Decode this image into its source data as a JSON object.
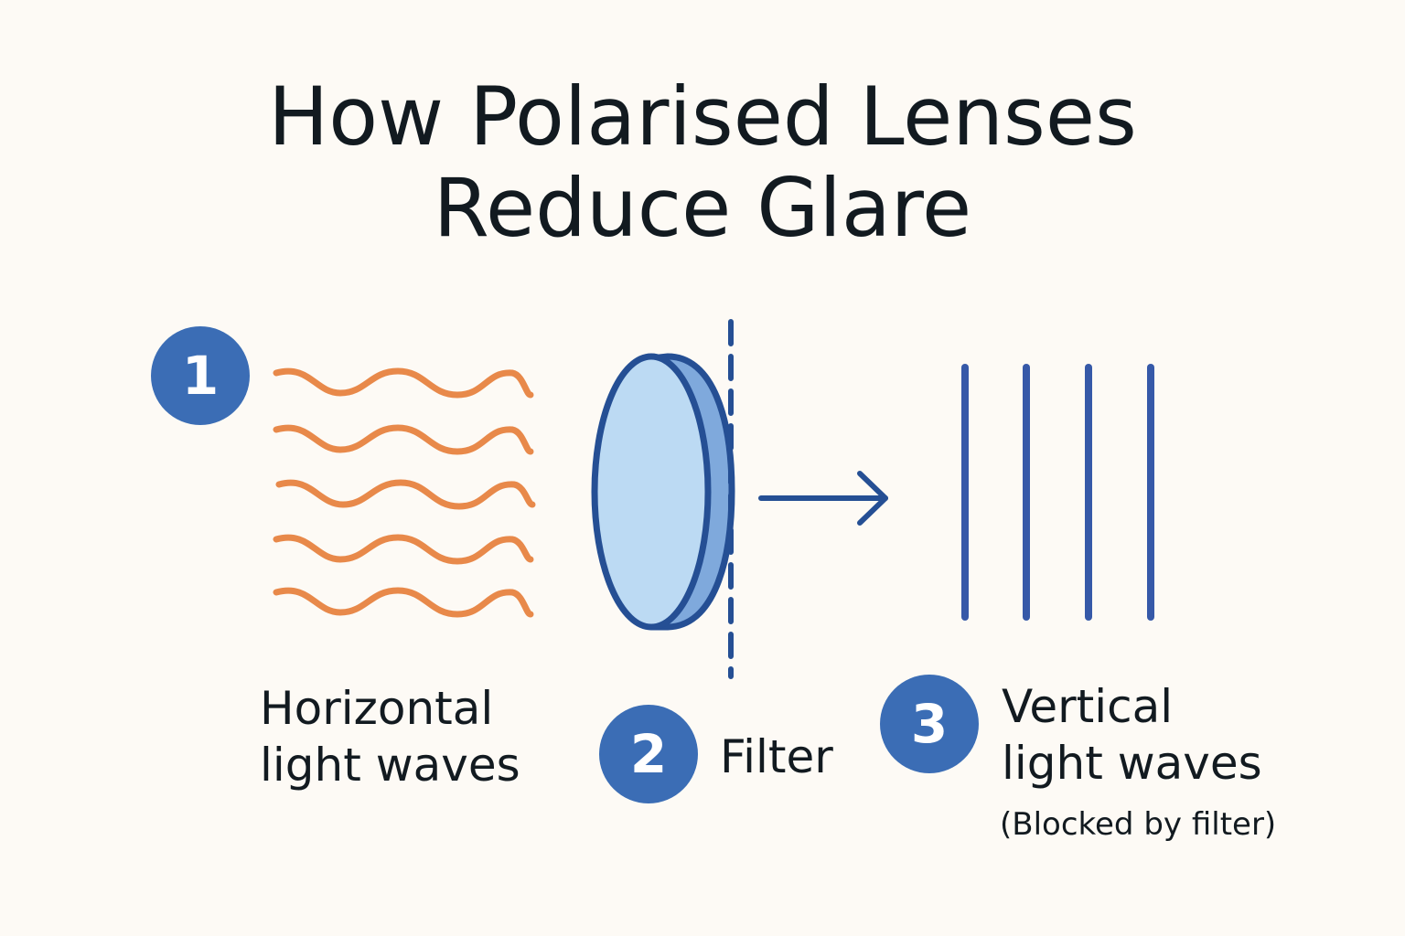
{
  "title": {
    "line1": "How Polarised Lenses",
    "line2": "Reduce Glare"
  },
  "colors": {
    "background": "#fdfaf5",
    "badge": "#3b6db5",
    "wave": "#e8894a",
    "vertical_lines": "#3659a8",
    "lens_face": "#bcdaf3",
    "lens_edge": "#7fa9dc",
    "lens_outline": "#254f94",
    "text": "#121a20"
  },
  "steps": [
    {
      "number": "1",
      "label_line1": "Horizontal",
      "label_line2": "light waves",
      "icon": "wavy-lines"
    },
    {
      "number": "2",
      "label": "Filter",
      "icon": "lens-with-dashed-axis"
    },
    {
      "number": "3",
      "label_line1": "Vertical",
      "label_line2": "light waves",
      "note": "(Blocked by filter)",
      "icon": "vertical-lines"
    }
  ]
}
